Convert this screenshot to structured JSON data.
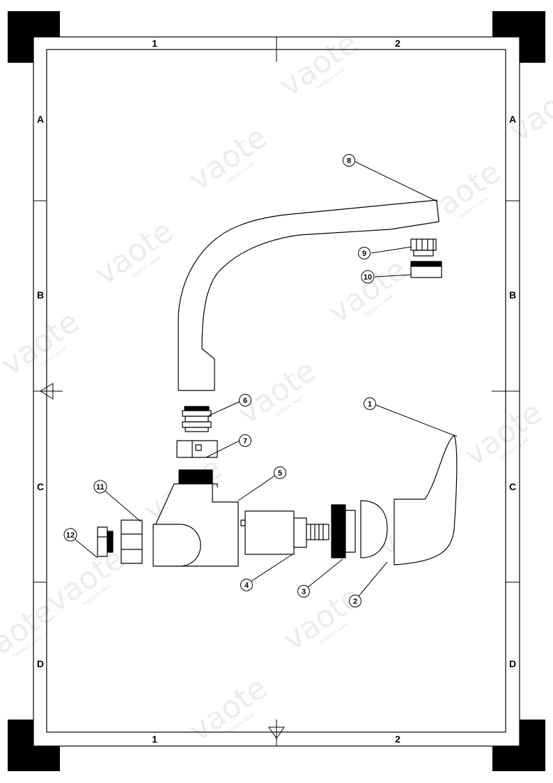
{
  "zones": {
    "columns": [
      "1",
      "2"
    ],
    "rows": [
      "A",
      "B",
      "C",
      "D"
    ]
  },
  "parts": [
    {
      "id": "part-1",
      "label": "1"
    },
    {
      "id": "part-2",
      "label": "2"
    },
    {
      "id": "part-3",
      "label": "3"
    },
    {
      "id": "part-4",
      "label": "4"
    },
    {
      "id": "part-5",
      "label": "5"
    },
    {
      "id": "part-6",
      "label": "6"
    },
    {
      "id": "part-7",
      "label": "7"
    },
    {
      "id": "part-8",
      "label": "8"
    },
    {
      "id": "part-9",
      "label": "9"
    },
    {
      "id": "part-10",
      "label": "10"
    },
    {
      "id": "part-11",
      "label": "11"
    },
    {
      "id": "part-12",
      "label": "12"
    }
  ],
  "watermark": {
    "brand": "vaote",
    "tagline": "Sanitary ware"
  }
}
